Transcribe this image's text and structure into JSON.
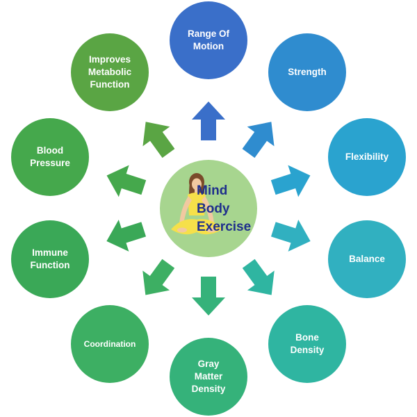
{
  "center": {
    "lines": [
      "Mind",
      "Body",
      "Exercise"
    ],
    "fill": "#a7d58f",
    "text_color": "#1f2f8c"
  },
  "nodes": [
    {
      "id": "range-of-motion",
      "lines": [
        "Range Of",
        "Motion"
      ],
      "color": "#3a6fc9"
    },
    {
      "id": "strength",
      "lines": [
        "Strength"
      ],
      "color": "#2f8ccf"
    },
    {
      "id": "flexibility",
      "lines": [
        "Flexibility"
      ],
      "color": "#2aa3cf"
    },
    {
      "id": "balance",
      "lines": [
        "Balance"
      ],
      "color": "#31b0c0"
    },
    {
      "id": "bone-density",
      "lines": [
        "Bone",
        "Density"
      ],
      "color": "#2fb5a1"
    },
    {
      "id": "gray-matter-density",
      "lines": [
        "Gray",
        "Matter",
        "Density"
      ],
      "color": "#35b27a"
    },
    {
      "id": "coordination",
      "lines": [
        "Coordination"
      ],
      "color": "#3daf63"
    },
    {
      "id": "immune-function",
      "lines": [
        "Immune",
        "Function"
      ],
      "color": "#3aa857"
    },
    {
      "id": "blood-pressure",
      "lines": [
        "Blood",
        "Pressure"
      ],
      "color": "#45a84c"
    },
    {
      "id": "metabolic-function",
      "lines": [
        "Improves",
        "Metabolic",
        "Function"
      ],
      "color": "#5aa544"
    }
  ]
}
